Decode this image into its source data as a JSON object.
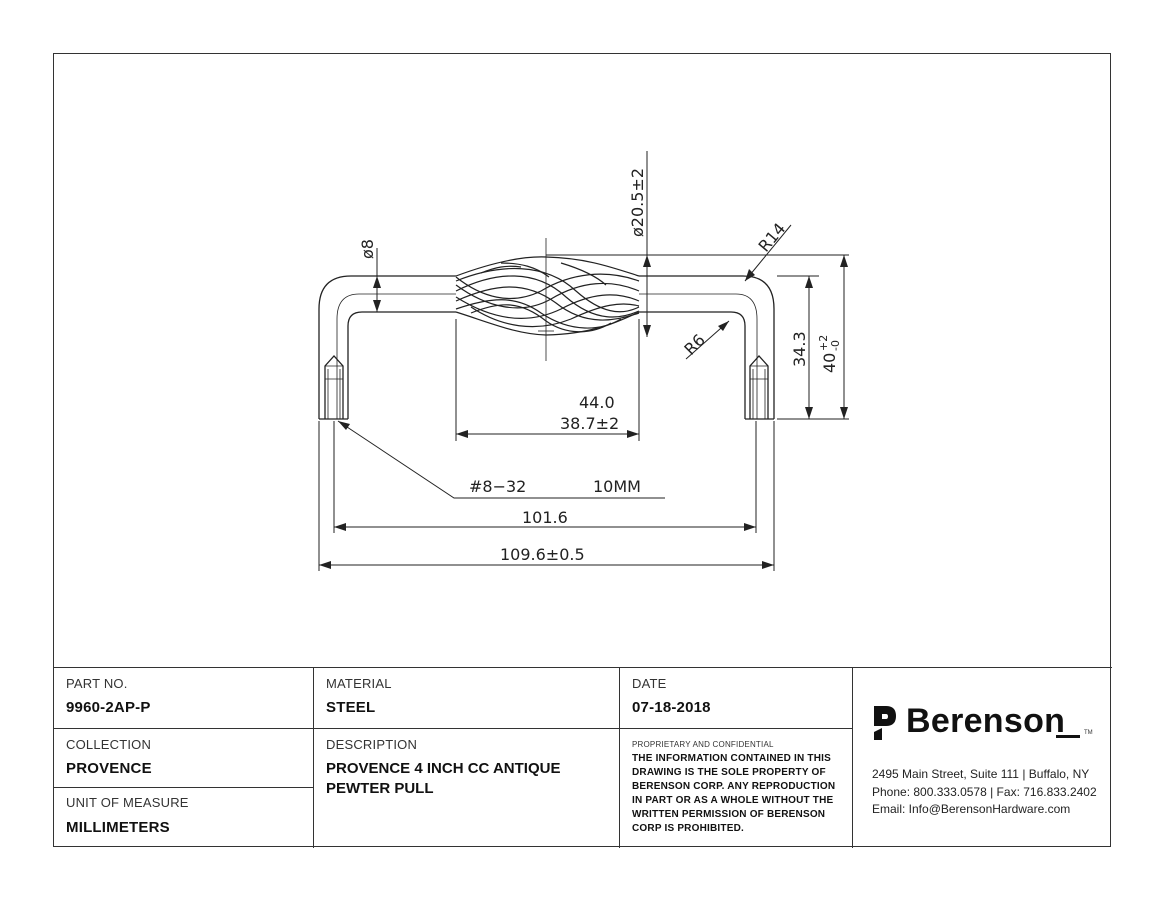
{
  "drawing": {
    "dims": {
      "dia_8": "ø8",
      "dia_20": "ø20.5±2",
      "r14": "R14",
      "r6": "R6",
      "d34": "34.3",
      "d40": "40",
      "d40_tol_plus": "+2",
      "d40_tol_minus": "-0",
      "d44": "44.0",
      "d38": "38.7±2",
      "thread": "#8−32",
      "thread_len": "10MM",
      "d101": "101.6",
      "d109": "109.6±0.5"
    }
  },
  "titleblock": {
    "part_no": {
      "label": "PART NO.",
      "value": "9960-2AP-P"
    },
    "material": {
      "label": "MATERIAL",
      "value": "STEEL"
    },
    "date": {
      "label": "DATE",
      "value": "07-18-2018"
    },
    "collection": {
      "label": "COLLECTION",
      "value": "PROVENCE"
    },
    "description": {
      "label": "DESCRIPTION",
      "value": "PROVENCE 4 INCH CC ANTIQUE PEWTER PULL"
    },
    "unit": {
      "label": "UNIT OF MEASURE",
      "value": "MILLIMETERS"
    },
    "proprietary": {
      "title": "PROPRIETARY AND CONFIDENTIAL",
      "text": "THE INFORMATION CONTAINED IN THIS DRAWING IS THE SOLE PROPERTY OF BERENSON CORP. ANY REPRODUCTION IN PART OR AS A WHOLE WITHOUT THE WRITTEN PERMISSION OF BERENSON CORP IS PROHIBITED."
    },
    "company": {
      "name": "Berenson",
      "tm": "TM",
      "address": "2495 Main Street, Suite 111 | Buffalo, NY",
      "phone": "Phone: 800.333.0578 | Fax: 716.833.2402",
      "email": "Email: Info@BerensonHardware.com"
    }
  },
  "colors": {
    "line": "#222222",
    "border": "#333333"
  }
}
